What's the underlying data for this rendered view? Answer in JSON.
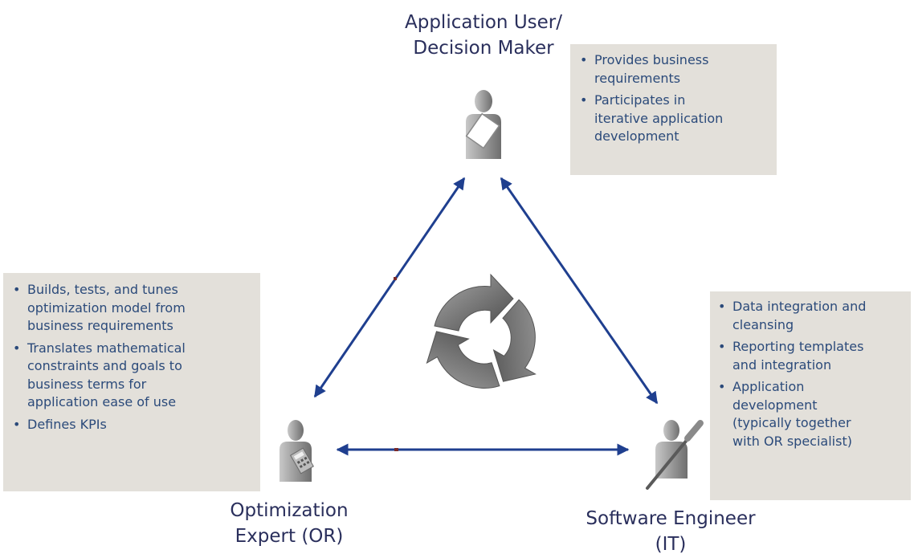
{
  "roles": {
    "user": {
      "title_line1": "Application User/",
      "title_line2": "Decision Maker",
      "bullets": [
        "Provides business\nrequirements",
        "Participates in\niterative application\ndevelopment"
      ]
    },
    "or": {
      "title_line1": "Optimization",
      "title_line2": "Expert (OR)",
      "bullets": [
        "Builds, tests, and tunes\noptimization model from\nbusiness requirements",
        "Translates mathematical\nconstraints and goals to\nbusiness terms for\napplication ease of use",
        "Defines KPIs"
      ]
    },
    "it": {
      "title_line1": "Software Engineer",
      "title_line2": "(IT)",
      "bullets": [
        "Data integration and\ncleansing",
        "Reporting templates\nand integration",
        "Application\ndevelopment\n(typically together\nwith OR specialist)"
      ]
    }
  },
  "icons": {
    "user": "person-with-document-icon",
    "or": "person-with-calculator-icon",
    "it": "person-with-screwdriver-icon",
    "center": "cycle-arrows-icon"
  },
  "colors": {
    "arrow": "#1f3f8f",
    "box": "#e3e0da",
    "bullet_text": "#2b4a7a",
    "title_text": "#2a2f5c"
  }
}
